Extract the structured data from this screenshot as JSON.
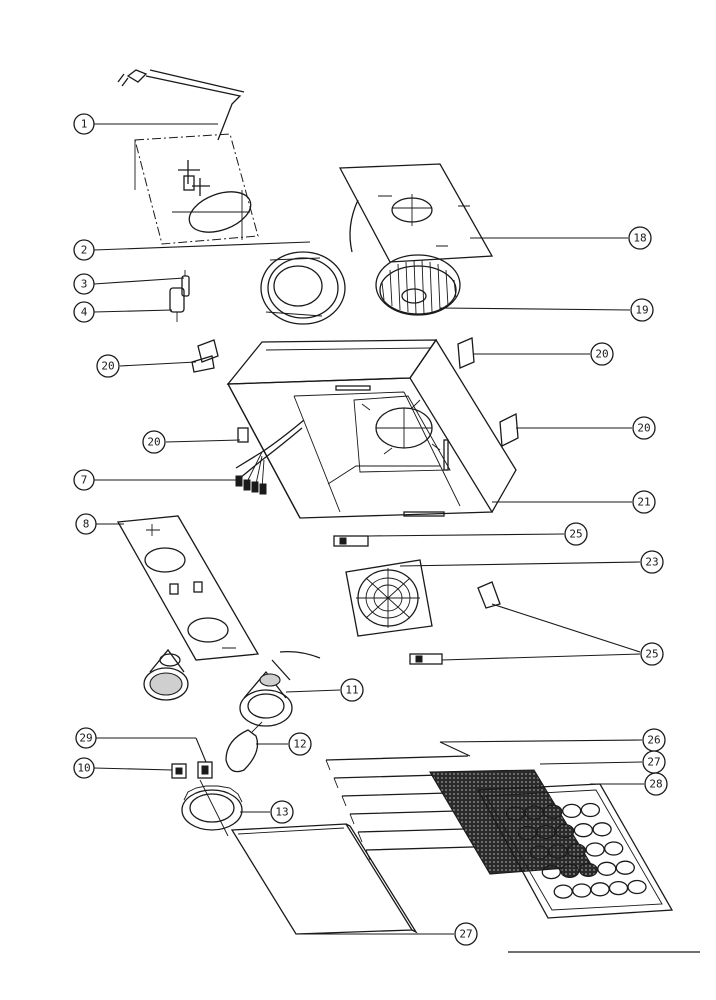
{
  "callouts": [
    {
      "id": "c1",
      "label": "1"
    },
    {
      "id": "c2",
      "label": "2"
    },
    {
      "id": "c3",
      "label": "3"
    },
    {
      "id": "c4",
      "label": "4"
    },
    {
      "id": "c20a",
      "label": "20"
    },
    {
      "id": "c20b",
      "label": "20"
    },
    {
      "id": "c7",
      "label": "7"
    },
    {
      "id": "c8",
      "label": "8"
    },
    {
      "id": "c18",
      "label": "18"
    },
    {
      "id": "c19",
      "label": "19"
    },
    {
      "id": "c20c",
      "label": "20"
    },
    {
      "id": "c20d",
      "label": "20"
    },
    {
      "id": "c21",
      "label": "21"
    },
    {
      "id": "c25a",
      "label": "25"
    },
    {
      "id": "c23",
      "label": "23"
    },
    {
      "id": "c25b",
      "label": "25"
    },
    {
      "id": "c11",
      "label": "11"
    },
    {
      "id": "c12",
      "label": "12"
    },
    {
      "id": "c29",
      "label": "29"
    },
    {
      "id": "c10",
      "label": "10"
    },
    {
      "id": "c13",
      "label": "13"
    },
    {
      "id": "c26",
      "label": "26"
    },
    {
      "id": "c27a",
      "label": "27"
    },
    {
      "id": "c28",
      "label": "28"
    },
    {
      "id": "c27b",
      "label": "27"
    }
  ]
}
